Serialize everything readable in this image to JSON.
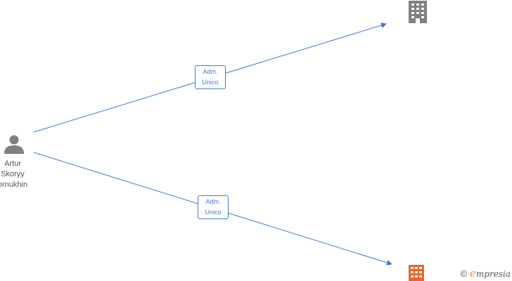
{
  "person": {
    "name_lines": [
      "Artur",
      "Skoryy",
      "ornukhin"
    ],
    "icon": "person-icon"
  },
  "companies": [
    {
      "icon": "building-icon",
      "color": "#808080"
    },
    {
      "icon": "building-icon",
      "color": "#f0622a"
    }
  ],
  "edges": [
    {
      "label_lines": [
        "Adm.",
        "Unico"
      ]
    },
    {
      "label_lines": [
        "Adm.",
        "Unico"
      ]
    }
  ],
  "colors": {
    "edge": "#3a7bd5",
    "person": "#808080"
  },
  "watermark": {
    "copyright": "©",
    "brand_e": "e",
    "brand_rest": "mpresia"
  }
}
